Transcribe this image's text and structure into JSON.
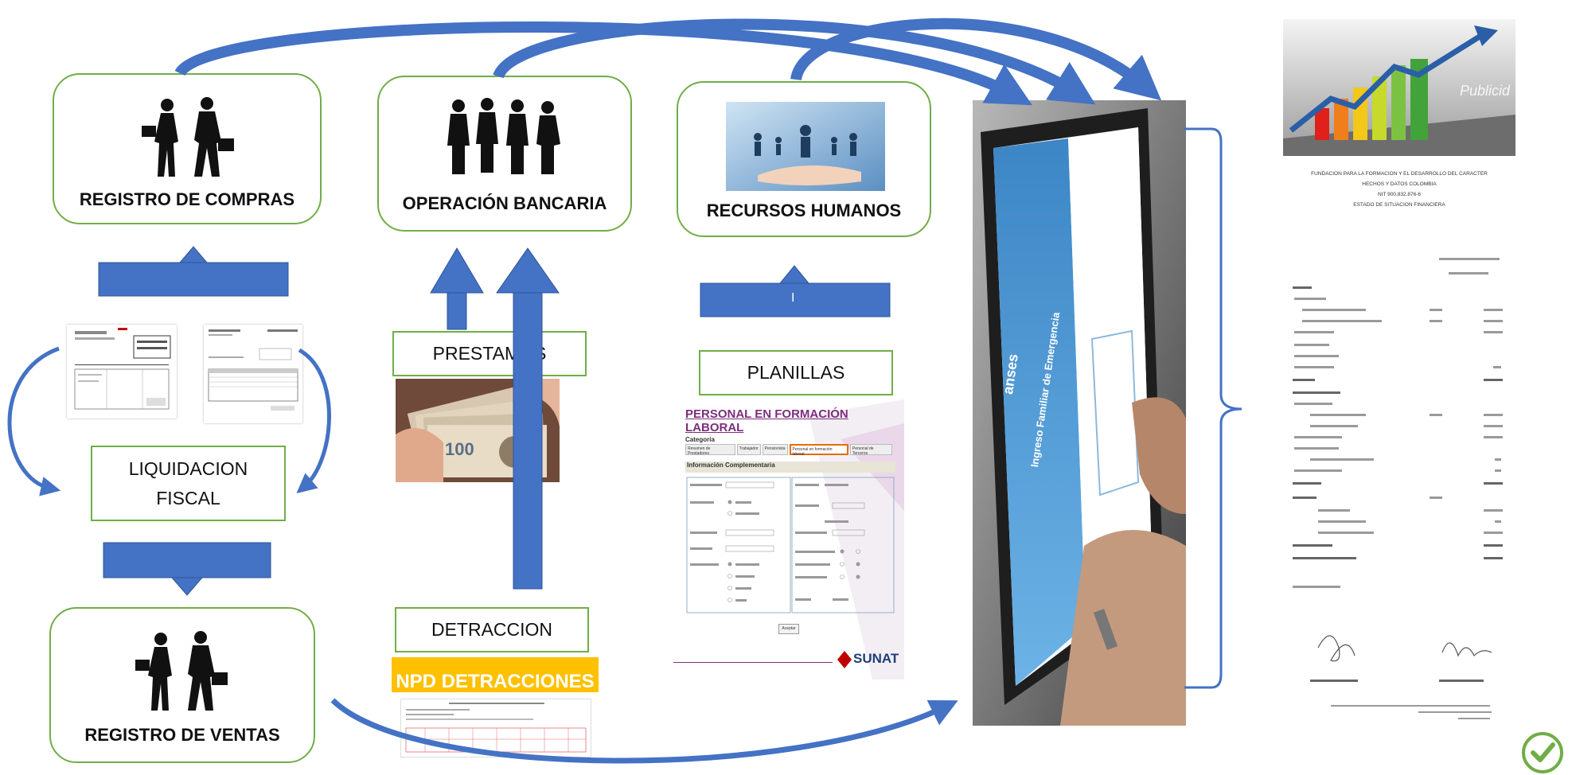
{
  "boxes": {
    "registro_compras": "REGISTRO DE COMPRAS",
    "operacion_bancaria": "OPERACIÓN BANCARIA",
    "recursos_humanos": "RECURSOS HUMANOS",
    "registro_ventas": "REGISTRO DE VENTAS",
    "liquidacion_line1": "LIQUIDACION",
    "liquidacion_line2": "FISCAL",
    "prestamos": "PRESTAMOS",
    "planillas": "PLANILLAS",
    "detraccion": "DETRACCION"
  },
  "banners": {
    "npd_detracciones": "NPD DETRACCIONES",
    "planillas_arrow_mark": "I"
  },
  "sunat_form": {
    "title_line1": "PERSONAL EN FORMACIÓN",
    "title_line2": "LABORAL",
    "subtitle": "Categoría",
    "tabs": [
      "Resumen de Prestadores",
      "Trabajador",
      "Pensionista",
      "Personal en formación laboral",
      "Personal de Terceros"
    ],
    "section_header": "Información Complementaria",
    "button": "Aceptar",
    "logo": "SUNAT"
  },
  "tablet": {
    "brand": "anses",
    "screen_title": "Ingreso Familiar de Emergencia"
  },
  "report": {
    "header_line1": "FUNDACION PARA LA FORMACION Y EL DESARROLLO DEL CARACTER",
    "header_line2": "HECHOS Y DATOS COLOMBIA",
    "header_line3": "NIT 900.832.876-6",
    "header_line4": "ESTADO DE SITUACION FINANCIERA",
    "chart_caption": "Publicid"
  },
  "colors": {
    "box_border": "#70ad47",
    "arrow_blue": "#4472c4",
    "arrow_edge": "#2f5597",
    "npd_bg": "#ffc000"
  }
}
